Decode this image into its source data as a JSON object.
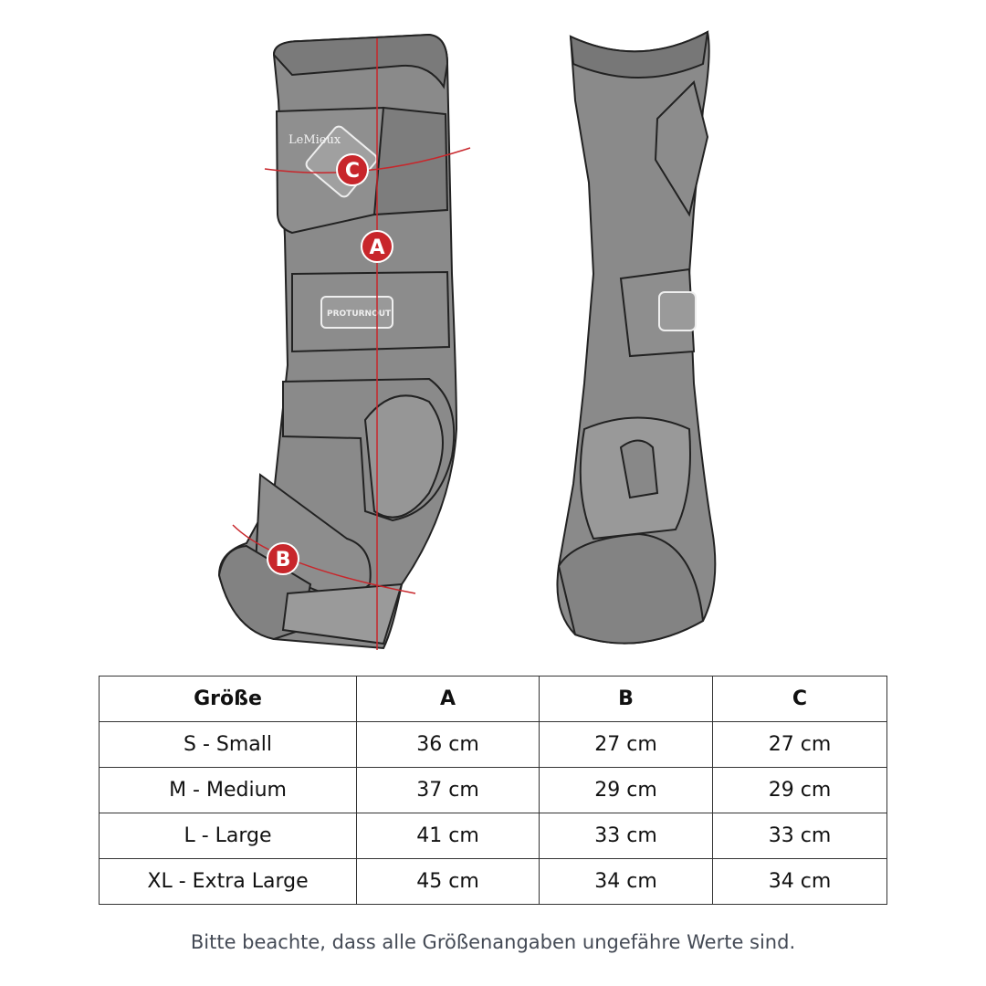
{
  "illustration": {
    "markers": [
      "A",
      "B",
      "C"
    ],
    "brand_logo": "LeMieux",
    "product_label": "PROTURNOUT",
    "accent_color": "#c8262b"
  },
  "table": {
    "headers": [
      "Größe",
      "A",
      "B",
      "C"
    ],
    "rows": [
      [
        "S - Small",
        "36 cm",
        "27 cm",
        "27 cm"
      ],
      [
        "M - Medium",
        "37 cm",
        "29 cm",
        "29 cm"
      ],
      [
        "L - Large",
        "41 cm",
        "33 cm",
        "33 cm"
      ],
      [
        "XL - Extra Large",
        "45 cm",
        "34 cm",
        "34 cm"
      ]
    ]
  },
  "footnote": "Bitte beachte, dass alle Größenangaben ungefähre Werte sind."
}
